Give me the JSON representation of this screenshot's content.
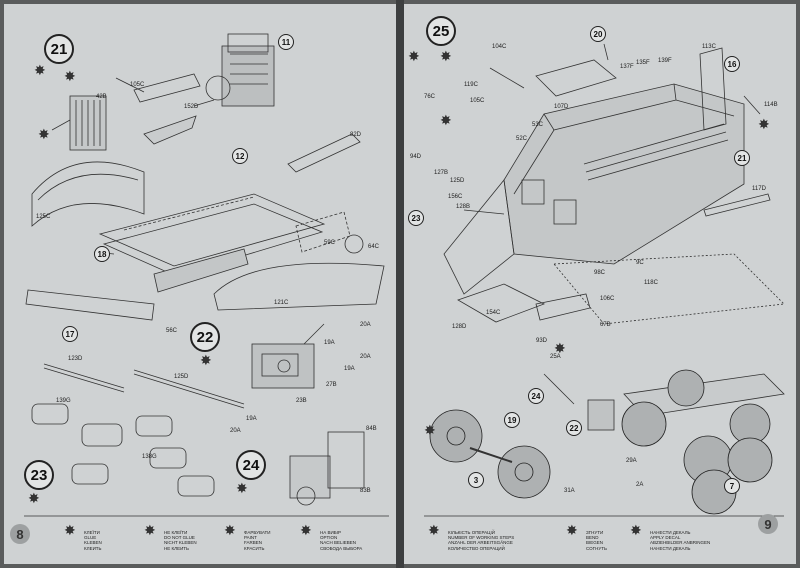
{
  "left_page": {
    "page_number": "8",
    "steps": [
      "21",
      "22",
      "23",
      "24",
      "11",
      "12",
      "17",
      "18"
    ],
    "part_labels": {
      "p1": "105C",
      "p2": "42B",
      "p3": "152D",
      "p4": "82D",
      "p5": "125C",
      "p6": "59C",
      "p7": "64C",
      "p8": "121C",
      "p9": "56C",
      "p10": "20A",
      "p11": "19A",
      "p12": "123D",
      "p13": "125D",
      "p14": "27B",
      "p15": "23B",
      "p16": "139G",
      "p17": "138G",
      "p18": "19A",
      "p19": "20A",
      "p20": "84B",
      "p21": "83B",
      "p22": "20A",
      "p23": "19A"
    },
    "legend": {
      "glue": [
        "КЛЕЇТИ",
        "GLUE",
        "KLEBEN",
        "КЛЕИТЬ"
      ],
      "no_glue": [
        "НЕ КЛЕЇТИ",
        "DO NOT GLUE",
        "NICHT KLEBEN",
        "НЕ КЛЕИТЬ"
      ],
      "paint": [
        "ФАРБУВАТИ",
        "PAINT",
        "FARBEN",
        "КРАСИТЬ"
      ],
      "option": [
        "НА ВИБІР",
        "OPTION",
        "NACH BELIEBEN",
        "СВОБОДА ВЫБОРА"
      ]
    }
  },
  "right_page": {
    "page_number": "9",
    "steps": [
      "25",
      "20",
      "23",
      "24",
      "22",
      "3",
      "7",
      "21",
      "16",
      "19"
    ],
    "part_labels": {
      "r1": "104C",
      "r2": "139F",
      "r3": "113C",
      "r4": "137F",
      "r5": "135F",
      "r6": "119C",
      "r7": "76C",
      "r8": "105C",
      "r9": "107D",
      "r10": "114B",
      "r11": "52C",
      "r12": "53C",
      "r13": "94D",
      "r14": "127B",
      "r15": "125D",
      "r16": "156C",
      "r17": "128B",
      "r18": "117D",
      "r19": "98C",
      "r20": "118C",
      "r21": "128D",
      "r22": "154C",
      "r23": "106C",
      "r24": "67B",
      "r25": "93D",
      "r26": "25A",
      "r27": "29A",
      "r28": "31A",
      "r29": "2A",
      "r30": "9C"
    },
    "legend": {
      "steps": [
        "КІЛЬКІСТЬ ОПЕРАЦІЙ",
        "NUMBER OF WORKING STEPS",
        "ANZAHL DER ARBEITSGÄNGE",
        "КОЛИЧЕСТВО ОПЕРАЦИЙ"
      ],
      "bend": [
        "ЗГНУТИ",
        "BEND",
        "BIEGEN",
        "СОГНУТЬ"
      ],
      "decal": [
        "НАНЕСТИ ДЕКАЛЬ",
        "APPLY DECAL",
        "ABZIEHBILDER ANBRINGEN",
        "НАНЕСТИ ДЕКАЛЬ"
      ]
    }
  }
}
